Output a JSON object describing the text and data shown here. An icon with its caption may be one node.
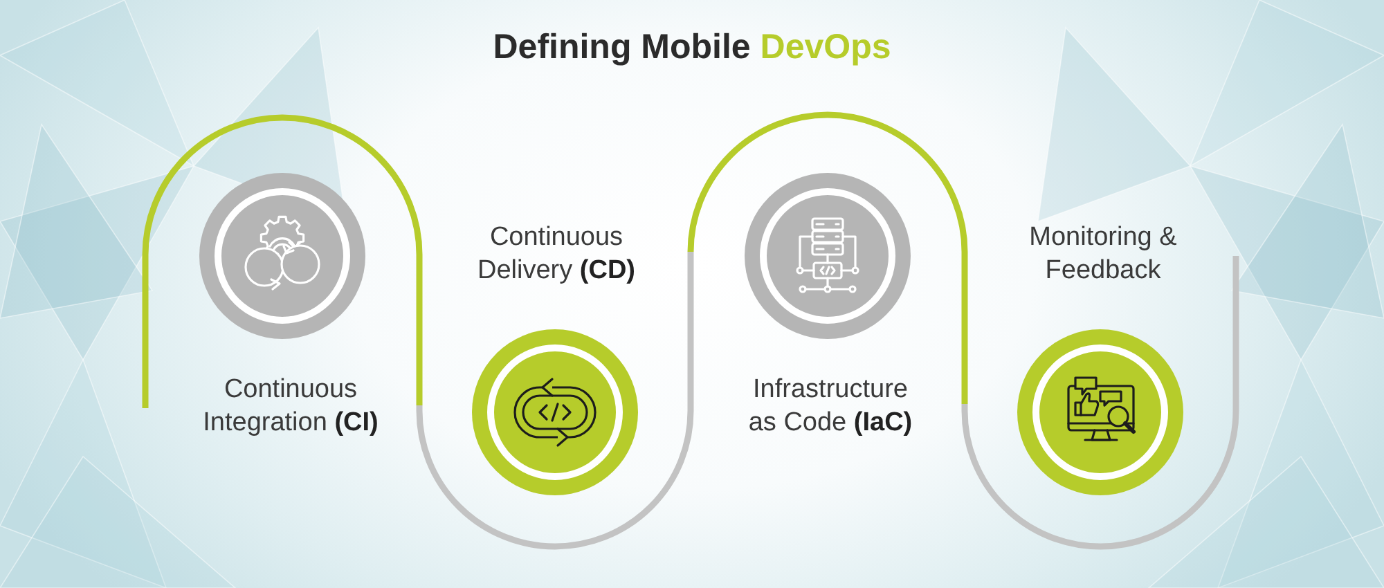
{
  "diagram": {
    "title": "Defining Mobile DevOps",
    "nodes": [
      {
        "text": [
          "Continuous Integration **(CI)**"
        ]
      },
      {
        "text": [
          "Continuous Delivery **(CD)**"
        ]
      },
      {
        "text": [
          "Infrastructure as Code **(IaC)**"
        ]
      },
      {
        "text": [
          "Monitoring & Feedback"
        ]
      }
    ]
  }
}
